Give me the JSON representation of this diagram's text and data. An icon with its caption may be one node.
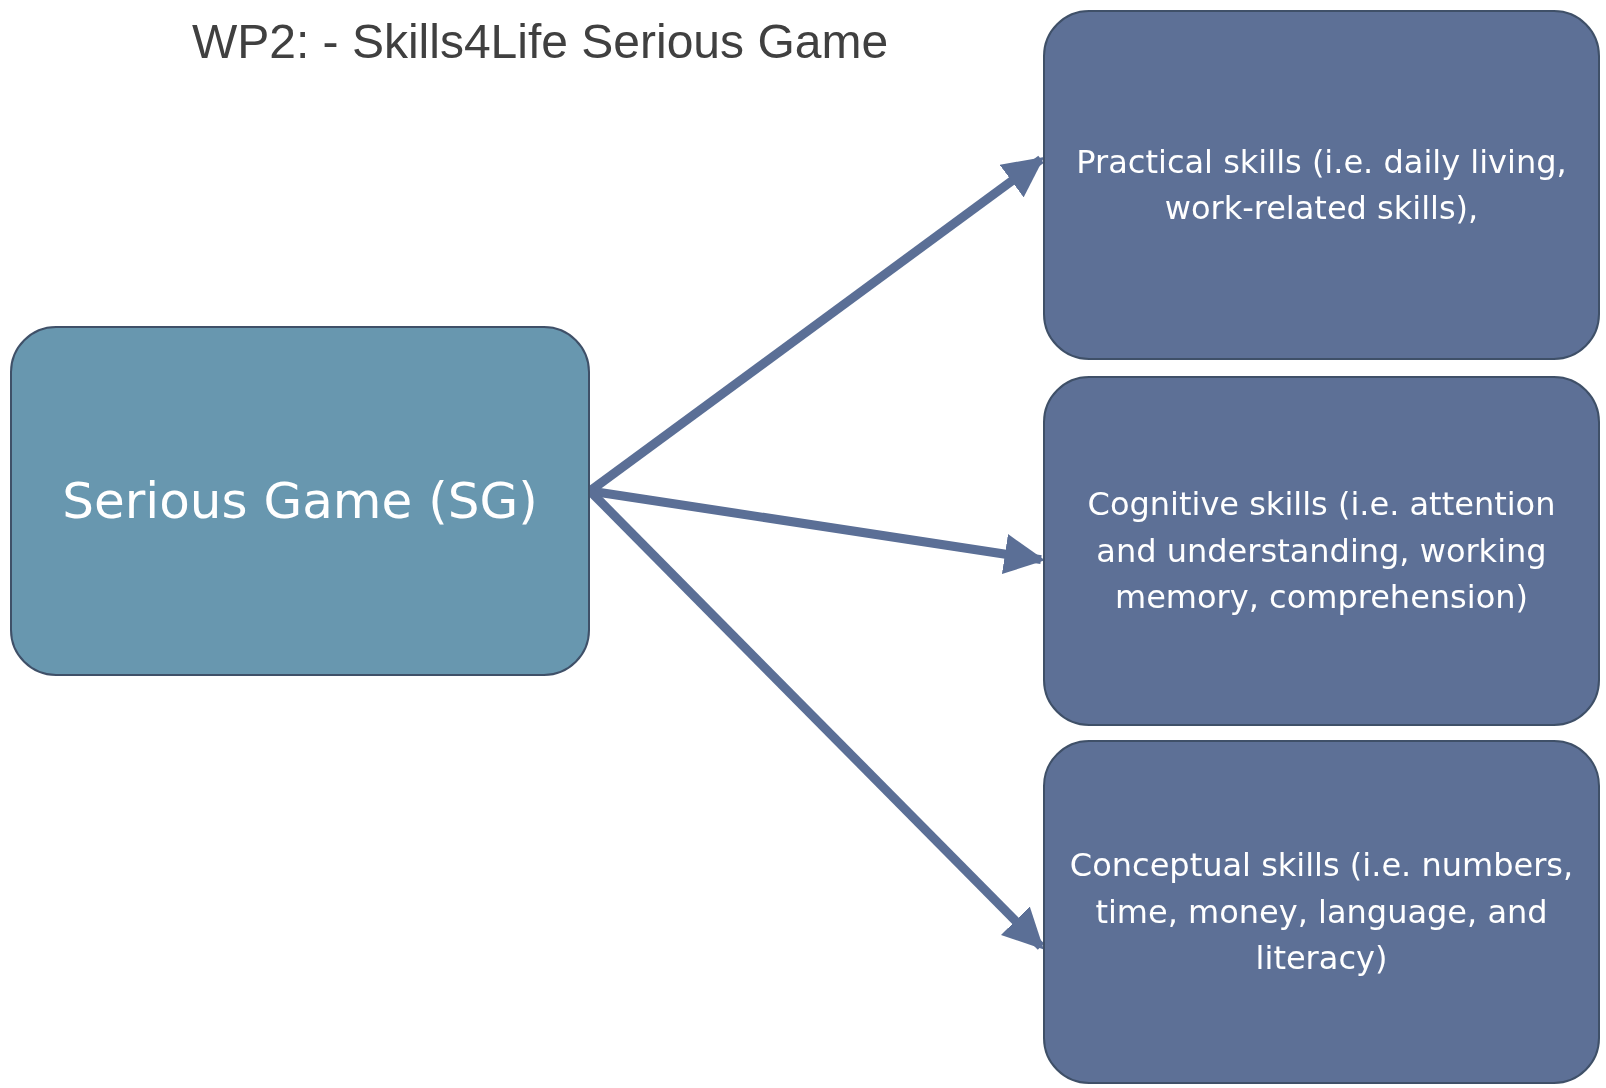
{
  "diagram": {
    "title": "WP2: - Skills4Life Serious Game",
    "nodes": [
      {
        "text": [
          "Serious Game (SG)"
        ]
      },
      {
        "text": [
          "Practical skills (i.e. daily living, work-related skills),"
        ]
      },
      {
        "text": [
          "Cognitive skills (i.e. attention and understanding, working memory, comprehension)"
        ]
      },
      {
        "text": [
          "Conceptual skills (i.e. numbers, time, money, language, and literacy)"
        ]
      }
    ],
    "edges": [
      {
        "from": 0,
        "to": 1,
        "arrow": "to"
      },
      {
        "from": 0,
        "to": 2,
        "arrow": "to"
      },
      {
        "from": 0,
        "to": 3,
        "arrow": "to"
      }
    ]
  }
}
